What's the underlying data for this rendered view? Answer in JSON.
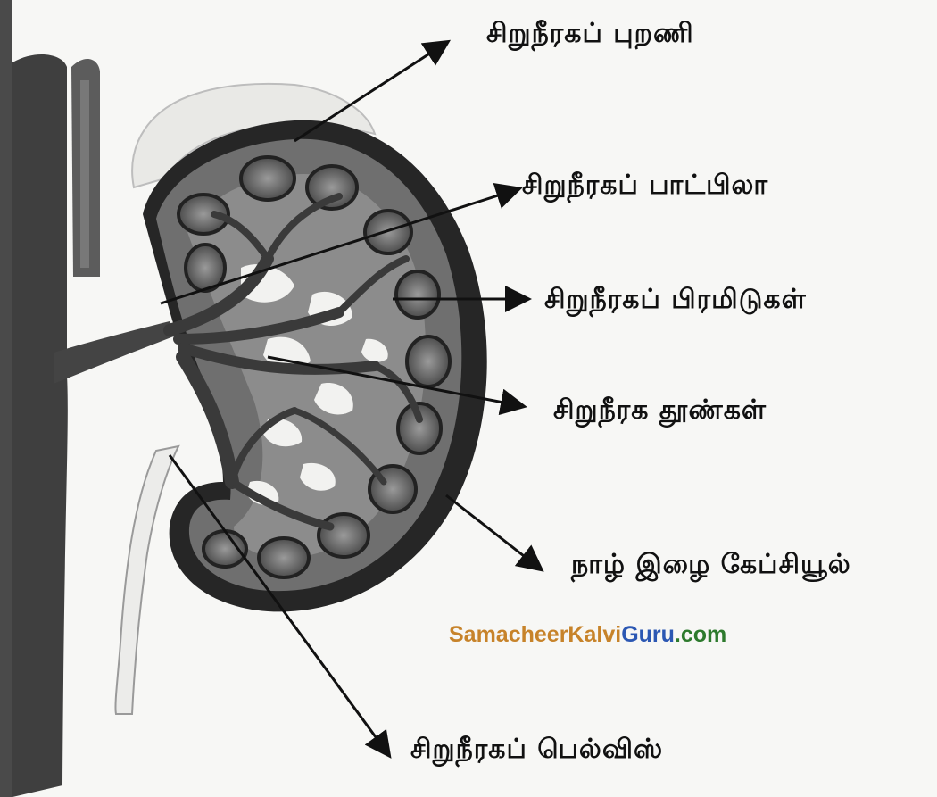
{
  "labels": {
    "cortex": "சிறுநீரகப் புறணி",
    "papilla": "சிறுநீரகப் பாட்பிலா",
    "pyramids": "சிறுநீரகப் பிரமிடுகள்",
    "columns": "சிறுநீரக தூண்கள்",
    "capsule": "நாழ் இழை கேப்சியூல்",
    "pelvis": "சிறுநீரகப் பெல்விஸ்"
  },
  "watermark": {
    "part1": "SamacheerKalvi",
    "part2": "Guru",
    "part3": ".com",
    "colors": {
      "part1": "#c7832a",
      "part2": "#2b57b3",
      "part3": "#2d7a2d"
    }
  }
}
